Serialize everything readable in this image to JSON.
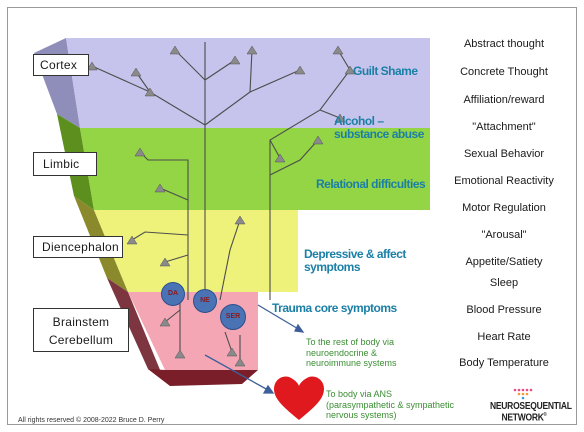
{
  "regions": {
    "cortex": "Cortex",
    "limbic": "Limbic",
    "diencephalon": "Diencephalon",
    "brainstem_line1": "Brainstem",
    "brainstem_line2": "Cerebellum"
  },
  "mid_labels": {
    "guilt": "Guilt Shame",
    "alcohol_line1": "Alcohol –",
    "alcohol_line2": "substance abuse",
    "relational": "Relational difficulties",
    "depressive_line1": "Depressive & affect",
    "depressive_line2": "symptoms",
    "trauma": "Trauma core symptoms"
  },
  "functions": [
    "Abstract thought",
    "Concrete Thought",
    "Affiliation/reward",
    "\"Attachment\"",
    "Sexual Behavior",
    "Emotional Reactivity",
    "Motor Regulation",
    "\"Arousal\"",
    "Appetite/Satiety",
    "Sleep",
    "Blood Pressure",
    "Heart Rate",
    "Body Temperature"
  ],
  "neurotransmitters": {
    "da": "DA",
    "ne": "NE",
    "ser": "SER"
  },
  "notes": {
    "rest_line1": "To the rest of body via",
    "rest_line2": "neuroendocrine &",
    "rest_line3": "neuroimmune systems",
    "ans_line1": "To body via ANS",
    "ans_line2": "(parasympathetic & sympathetic",
    "ans_line3": "nervous systems)"
  },
  "copyright": "All rights reserved © 2008-2022 Bruce D. Perry",
  "logo": {
    "line1": "NEUROSEQUENTIAL",
    "line2": "NETWORK",
    "mark": "®"
  },
  "colors": {
    "cortex": "#c6c4ec",
    "limbic": "#93d544",
    "diencephalon": "#eef27a",
    "brainstem": "#f4a6b5",
    "label_teal": "#1b7fa6",
    "note_green": "#3a8e33",
    "node_blue": "#4a73b5",
    "heart": "#e0191e"
  }
}
